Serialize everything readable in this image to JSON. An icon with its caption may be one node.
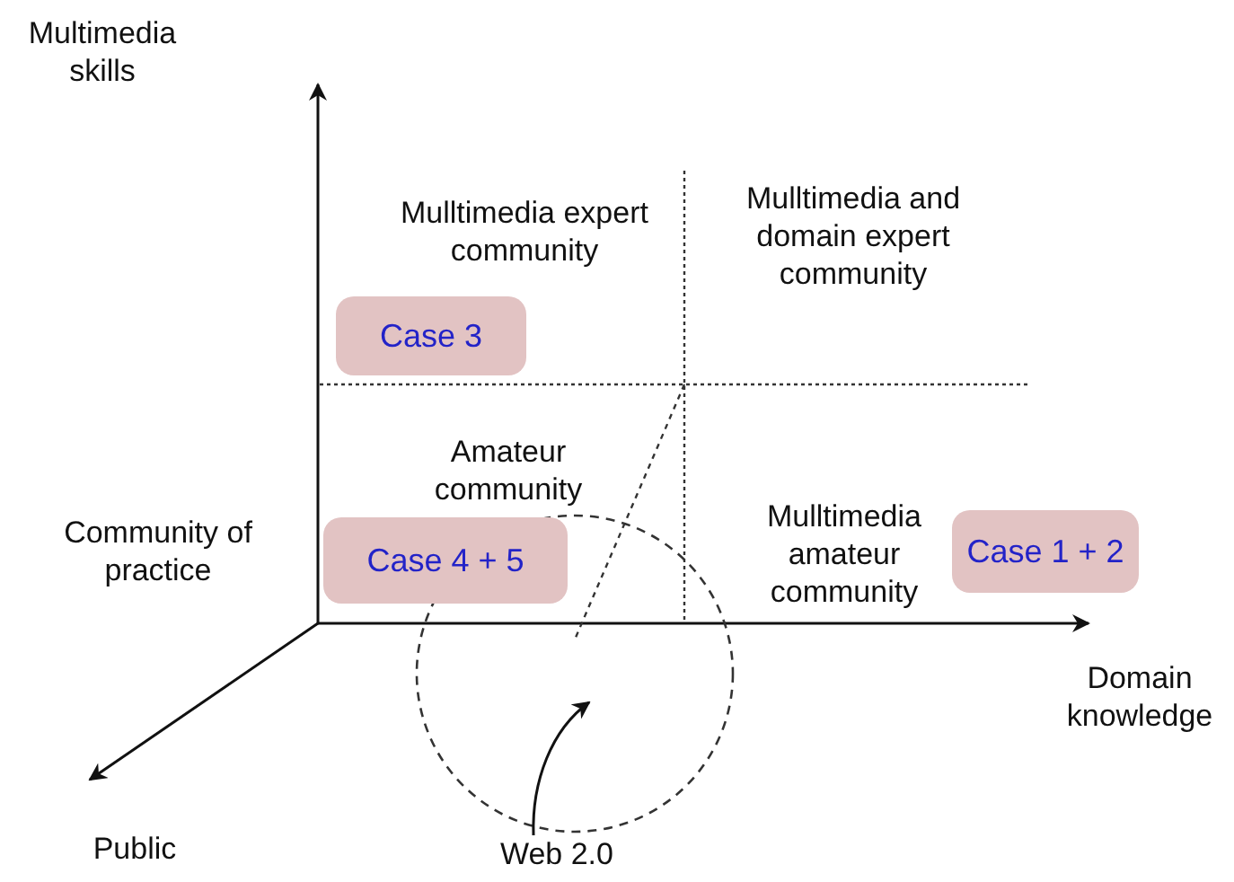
{
  "diagram": {
    "nodes": [
      {
        "text": [
          "Case 3"
        ]
      },
      {
        "text": [
          "Case 4 + 5"
        ]
      },
      {
        "text": [
          "Case 1 + 2"
        ]
      },
      {
        "text": [],
        "shape": "circle"
      },
      {
        "text": [
          "Web 2.0"
        ]
      }
    ],
    "edges": [
      {
        "from": 4,
        "to": 3,
        "arrow": "to"
      }
    ],
    "labels": [
      "Multimedia skills",
      "Mulltimedia expert community",
      "Mulltimedia and domain expert community",
      "Amateur community",
      "Community of practice",
      "Mulltimedia amateur community",
      "Domain knowledge",
      "Public"
    ]
  }
}
